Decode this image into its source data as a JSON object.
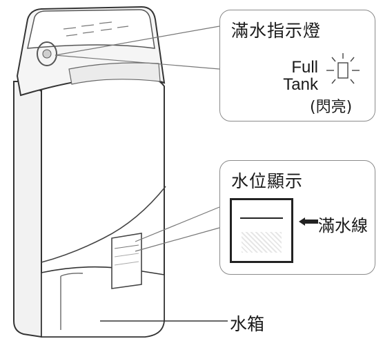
{
  "callouts": {
    "full_indicator": {
      "title": "滿水指示燈",
      "indicator_line1": "Full",
      "indicator_line2": "Tank",
      "flash_note": "(閃亮)"
    },
    "water_level": {
      "title": "水位顯示",
      "full_line_label": "滿水線"
    }
  },
  "labels": {
    "water_tank": "水箱"
  }
}
